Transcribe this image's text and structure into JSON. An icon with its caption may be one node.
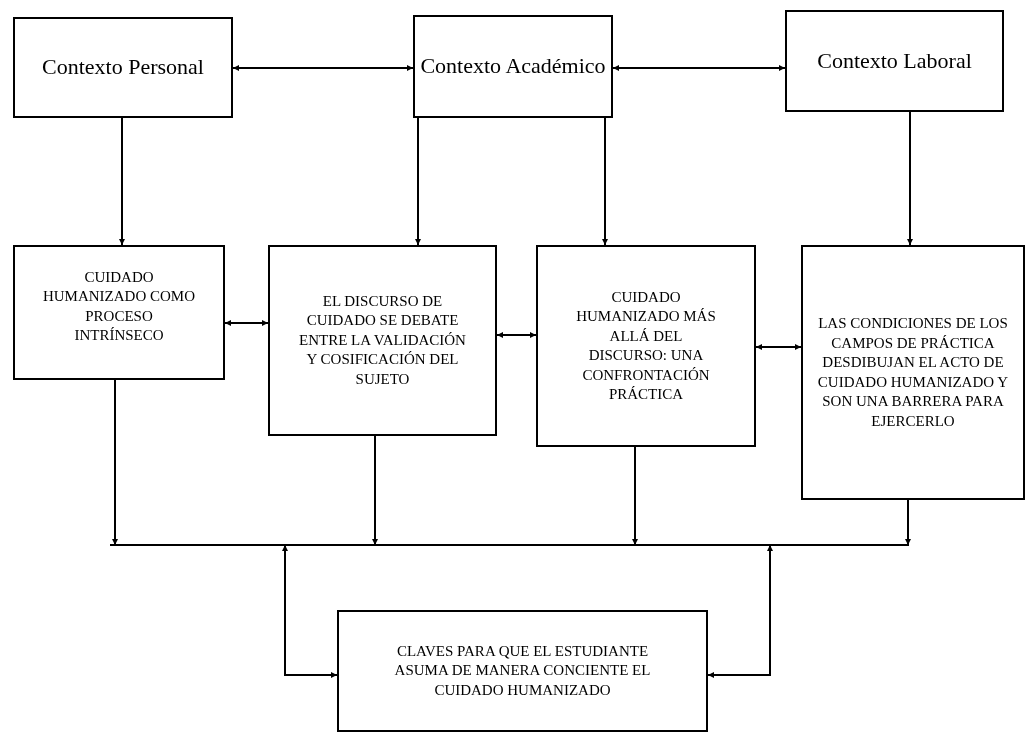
{
  "diagram": {
    "nodes": [
      {
        "text": [
          "Contexto Personal"
        ]
      },
      {
        "text": [
          "Contexto Académico"
        ]
      },
      {
        "text": [
          "Contexto Laboral"
        ]
      },
      {
        "text": [
          "CUIDADO HUMANIZADO COMO PROCESO INTRÍNSECO"
        ]
      },
      {
        "text": [
          "EL DISCURSO DE CUIDADO SE DEBATE ENTRE LA VALIDACIÓN Y COSIFICACIÓN DEL SUJETO"
        ]
      },
      {
        "text": [
          "CUIDADO HUMANIZADO MÁS ALLÁ DEL DISCURSO: UNA CONFRONTACIÓN PRÁCTICA"
        ]
      },
      {
        "text": [
          "LAS CONDICIONES DE LOS CAMPOS DE PRÁCTICA DESDIBUJAN EL ACTO DE CUIDADO HUMANIZADO Y SON UNA BARRERA PARA EJERCERLO"
        ]
      },
      {
        "text": [],
        "shape": "bar"
      },
      {
        "text": [
          "CLAVES PARA QUE EL ESTUDIANTE ASUMA DE MANERA CONCIENTE EL CUIDADO HUMANIZADO"
        ]
      }
    ],
    "edges": [
      {
        "from": 0,
        "to": 1,
        "arrow": "both"
      },
      {
        "from": 1,
        "to": 2,
        "arrow": "both"
      },
      {
        "from": 0,
        "to": 3,
        "arrow": "to"
      },
      {
        "from": 1,
        "to": 4,
        "arrow": "to"
      },
      {
        "from": 1,
        "to": 5,
        "arrow": "to"
      },
      {
        "from": 2,
        "to": 6,
        "arrow": "to"
      },
      {
        "from": 3,
        "to": 4,
        "arrow": "both"
      },
      {
        "from": 4,
        "to": 5,
        "arrow": "both"
      },
      {
        "from": 5,
        "to": 6,
        "arrow": "both"
      },
      {
        "from": 3,
        "to": 7,
        "arrow": "to"
      },
      {
        "from": 4,
        "to": 7,
        "arrow": "to"
      },
      {
        "from": 5,
        "to": 7,
        "arrow": "to"
      },
      {
        "from": 6,
        "to": 7,
        "arrow": "to"
      },
      {
        "from": 7,
        "to": 8,
        "arrow": "both"
      },
      {
        "from": 7,
        "to": 8,
        "arrow": "both"
      }
    ]
  }
}
